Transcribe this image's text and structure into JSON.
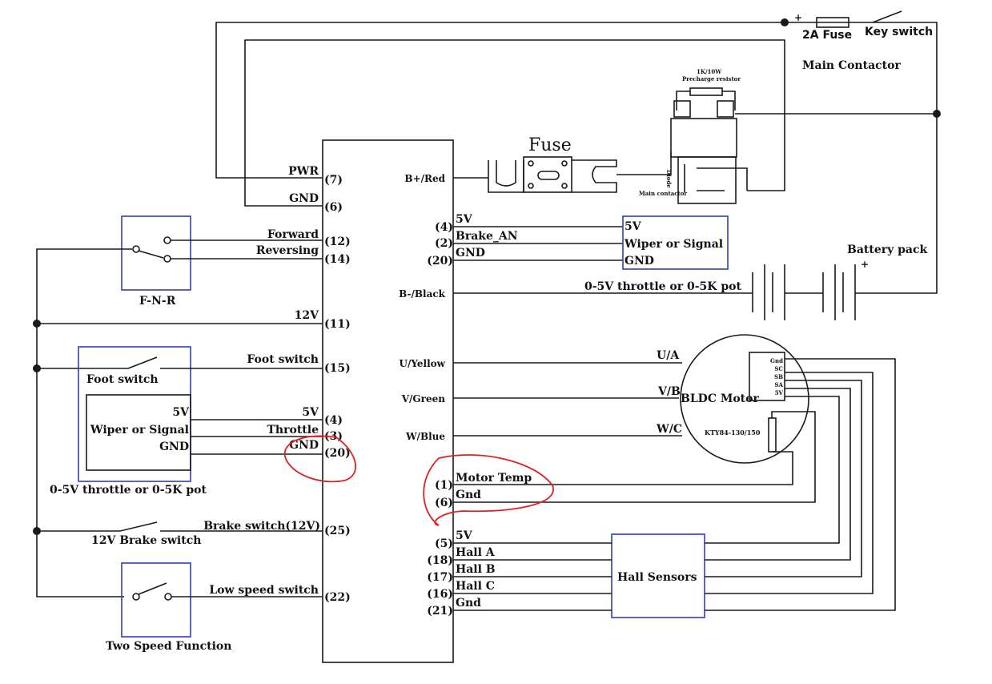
{
  "power_top": {
    "fuse_2a": "2A Fuse",
    "key_switch": "Key switch",
    "plus": "+",
    "main_contactor": "Main Contactor",
    "precharge_resistor": "1K/10W",
    "precharge_resistor_sub": "Precharge resistor",
    "contactor_side_a": "Diode",
    "contactor_side_b": "Main contactor"
  },
  "main_fuse": "Fuse",
  "battery": {
    "label": "Battery pack",
    "plus": "+"
  },
  "controller": {
    "left_pins": [
      {
        "name": "PWR",
        "pin": "(7)"
      },
      {
        "name": "GND",
        "pin": "(6)"
      },
      {
        "name": "Forward",
        "pin": "(12)"
      },
      {
        "name": "Reversing",
        "pin": "(14)"
      },
      {
        "name": "12V",
        "pin": "(11)"
      },
      {
        "name": "Foot switch",
        "pin": "(15)"
      },
      {
        "name": "5V",
        "pin": "(4)"
      },
      {
        "name": "Throttle",
        "pin": "(3)"
      },
      {
        "name": "GND",
        "pin": "(20)"
      },
      {
        "name": "Brake switch(12V)",
        "pin": "(25)"
      },
      {
        "name": "Low speed switch",
        "pin": "(22)"
      }
    ],
    "right_terminals": [
      "B+/Red",
      "B-/Black",
      "U/Yellow",
      "V/Green",
      "W/Blue"
    ],
    "right_pins": [
      {
        "pin": "(4)",
        "name": "5V"
      },
      {
        "pin": "(2)",
        "name": "Brake_AN"
      },
      {
        "pin": "(20)",
        "name": "GND"
      },
      {
        "pin": "(1)",
        "name": "Motor Temp"
      },
      {
        "pin": "(6)",
        "name": "Gnd"
      },
      {
        "pin": "(5)",
        "name": "5V"
      },
      {
        "pin": "(18)",
        "name": "Hall A"
      },
      {
        "pin": "(17)",
        "name": "Hall B"
      },
      {
        "pin": "(16)",
        "name": "Hall C"
      },
      {
        "pin": "(21)",
        "name": "Gnd"
      }
    ]
  },
  "fnr": "F-N-R",
  "foot_switch_box": "Foot switch",
  "throttle_box": {
    "v5": "5V",
    "wiper": "Wiper or Signal",
    "gnd": "GND",
    "caption": "0-5V throttle or 0-5K pot"
  },
  "brake_pot_box": {
    "v5": "5V",
    "wiper": "Wiper or Signal",
    "gnd": "GND",
    "caption": "0-5V throttle or 0-5K pot"
  },
  "brake_switch": "12V Brake switch",
  "two_speed": "Two Speed Function",
  "motor": {
    "label": "BLDC Motor",
    "phases": [
      "U/A",
      "V/B",
      "W/C"
    ],
    "sensor": "KTY84-130/150",
    "connector_pins": [
      "Gnd",
      "SC",
      "SB",
      "SA",
      "5V"
    ]
  },
  "hall_sensors": "Hall Sensors",
  "colors": {
    "wire": "#1a1a1a",
    "module_box": "#2f3fb5",
    "annotation": "#e02020",
    "background": "#ffffff"
  }
}
